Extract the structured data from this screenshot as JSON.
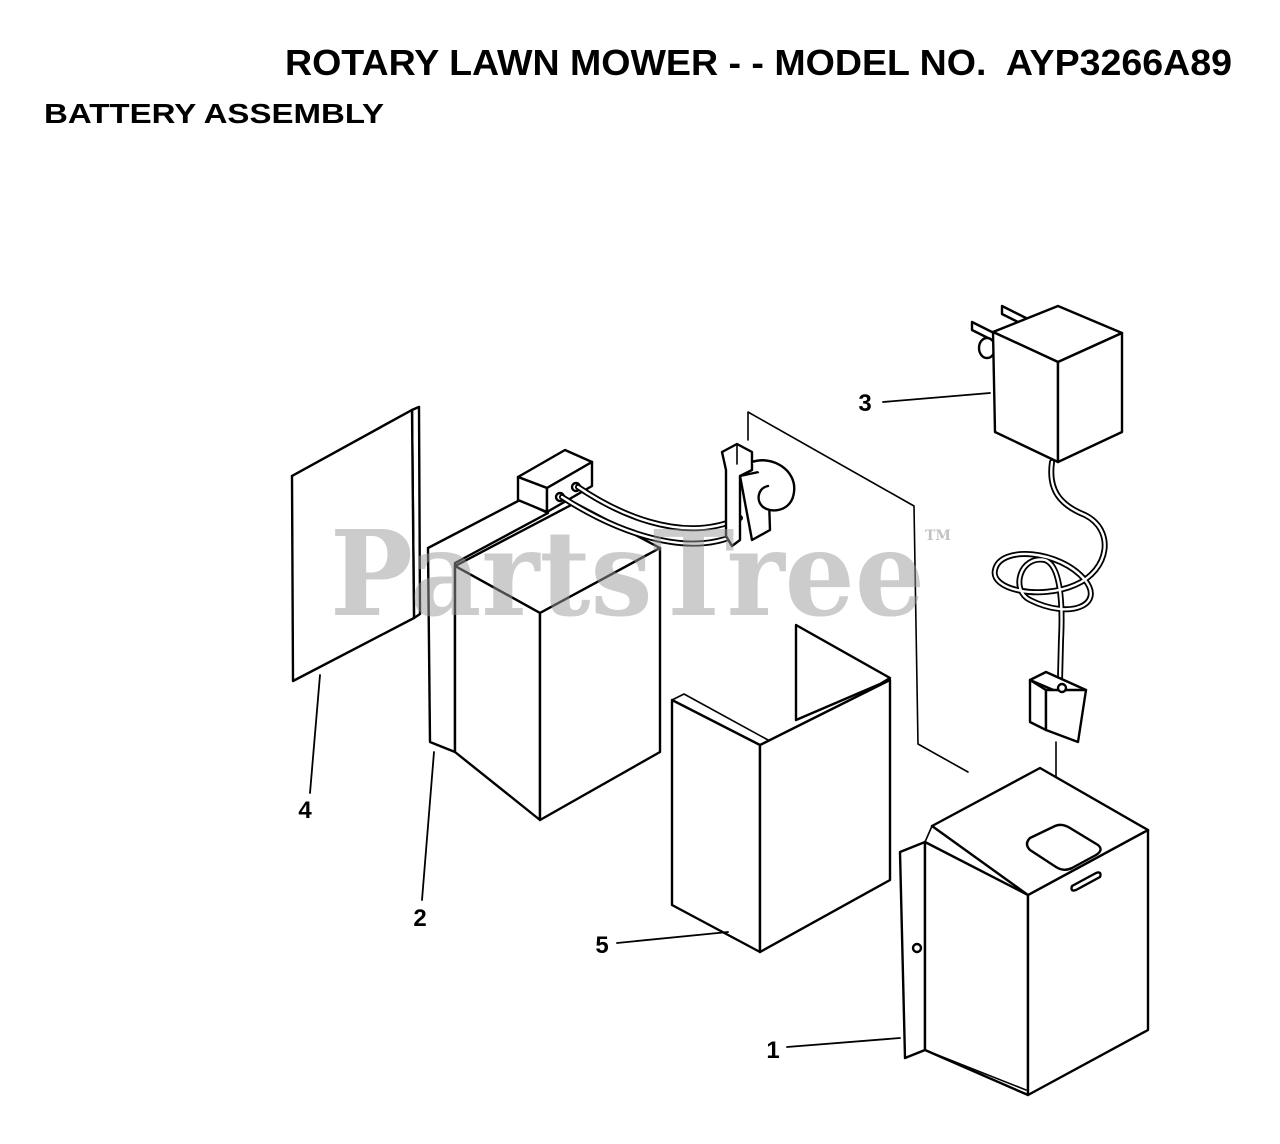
{
  "header": {
    "title": "ROTARY LAWN MOWER - - MODEL NO.  AYP3266A89",
    "subtitle": "BATTERY ASSEMBLY"
  },
  "watermark": {
    "text": "PartsTree",
    "trademark": "TM"
  },
  "callouts": [
    "1",
    "2",
    "3",
    "4",
    "5"
  ],
  "colors": {
    "line": "#000000",
    "watermark": "#9a9a9a",
    "background": "#ffffff"
  }
}
